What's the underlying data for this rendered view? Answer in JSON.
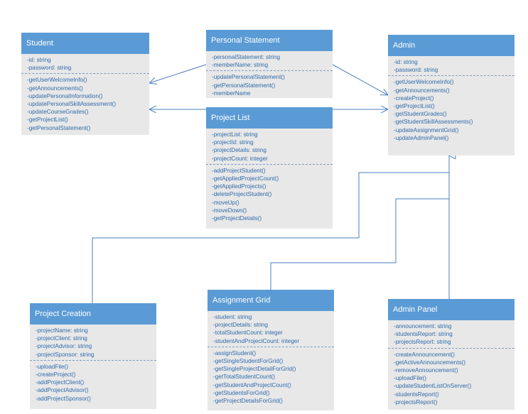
{
  "classes": {
    "student": {
      "title": "Student",
      "attributes": [
        "-id: string",
        "-password: string"
      ],
      "operations": [
        "-getUserWelcomeInfo()",
        "-getAnnouncements()",
        "-updatePersonalInformation()",
        "-updatePersonalSkillAssessment()",
        "-updateCourseGrades()",
        "-getProjectList()",
        "-getPersonalStatement()"
      ]
    },
    "personal_statement": {
      "title": "Personal Statement",
      "attributes": [
        "-personalStatement: string",
        "-memberName: string"
      ],
      "operations": [
        "-updatePersonalStatement()",
        "-getPersonalStatement()",
        "-memberName"
      ]
    },
    "admin": {
      "title": "Admin",
      "attributes": [
        "-id: string",
        "-password: string"
      ],
      "operations": [
        "-getUserWelcomeInfo()",
        "-getAnnouncements()",
        "-createProject()",
        "-getProjectList()",
        "-getStudentGrades()",
        "-getStudentSkillAssessments()",
        "-updateAssignmentGrid()",
        "-updateAdminPanel()"
      ]
    },
    "project_list": {
      "title": "Project List",
      "attributes": [
        "-projectList: string",
        "-projectId: string",
        "-projectDetails: string",
        "-projectCount: integer"
      ],
      "operations": [
        "-addProjectStudent()",
        "-getAppliedProjectCount()",
        "-getAppliedProjects()",
        "-deleteProjectStudent()",
        "-moveUp()",
        "-moveDown()",
        "-getProjectDetails()"
      ]
    },
    "project_creation": {
      "title": "Project Creation",
      "attributes": [
        "-projectName: string",
        "-projectClient: string",
        "-projectAdvisor: string",
        "-projectSponsor: string"
      ],
      "operations": [
        "-uploadFile()",
        "-createProject()",
        "-addProjectClient()",
        "-addProjectAdvisor()",
        "-addProjectSponsor()"
      ]
    },
    "assignment_grid": {
      "title": "Assignment Grid",
      "attributes": [
        "-student: string",
        "-projectDetails: string",
        "-totalStudentCount: integer",
        "-studentAndProjectCount: integer"
      ],
      "operations": [
        "-assignStudent()",
        "-getSingleStudentForGrid()",
        "-getSingleProjectDetailForGrid()",
        "-getTotalStudentCount()",
        "-getStudentAndProjectCount()",
        "-getStudentsForGrid()",
        "-getProjectDetailsForGrid()"
      ]
    },
    "admin_panel": {
      "title": "Admin Panel",
      "attributes": [
        "-announcement: string",
        "-studentsReport: string",
        "-projectsReport: string"
      ],
      "operations": [
        "-createAnnouncement()",
        "-getActiveAnnouncements()",
        "-removeAnnouncement()",
        "-uploadFile()",
        "-updateStudentListOnServer()",
        "-studentsReport()",
        "-projectsReport()"
      ]
    }
  },
  "colors": {
    "header": "#5b9bd5",
    "body": "#e8e8e8",
    "text": "#2e6aaa",
    "connector": "#4a7fc1"
  }
}
